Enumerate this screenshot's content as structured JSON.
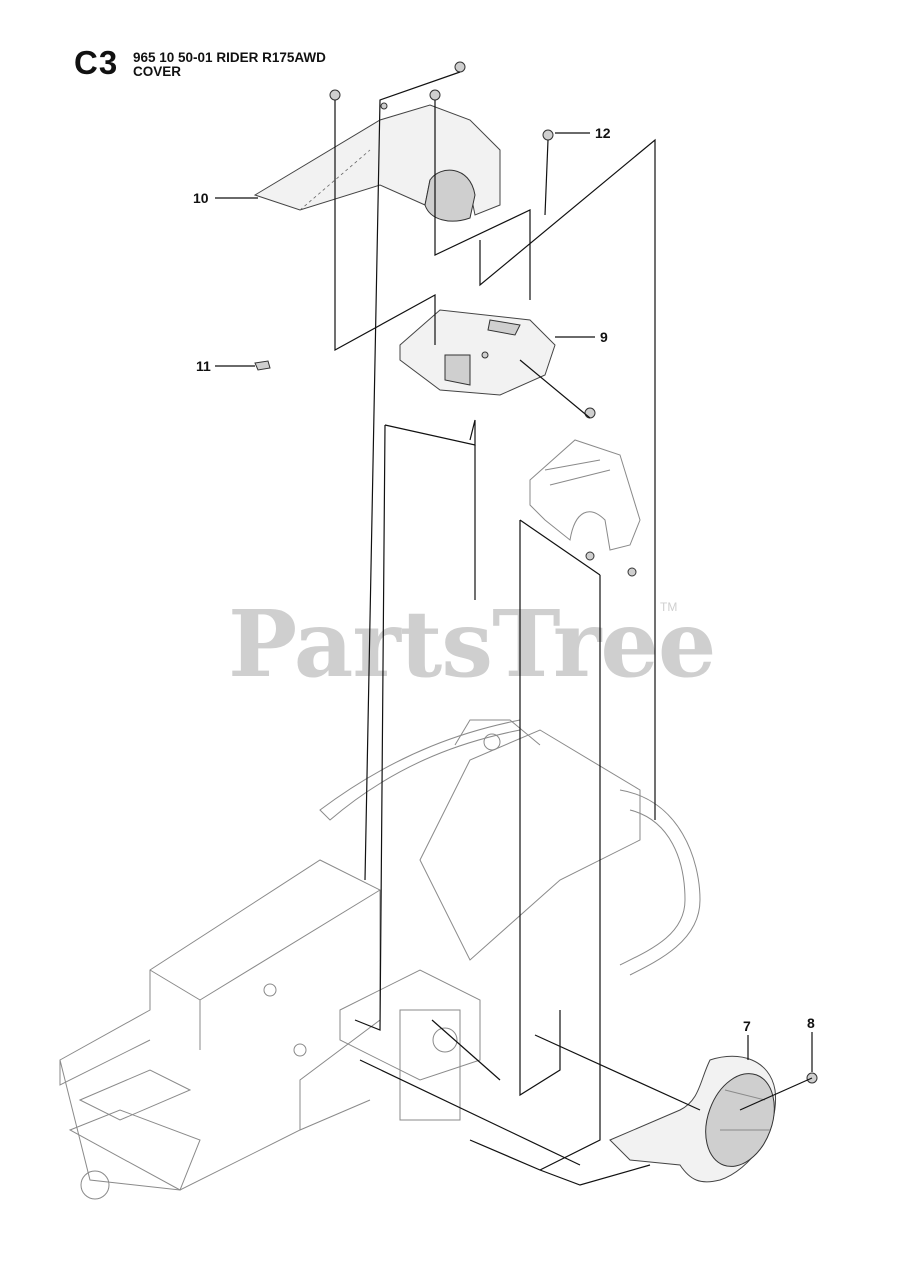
{
  "header": {
    "section_code": "C3",
    "title_line1": "965 10 50-01 RIDER R175AWD",
    "title_line2": "COVER"
  },
  "callouts": [
    "10",
    "12",
    "9",
    "11",
    "7",
    "8"
  ],
  "watermark": {
    "text": "PartsTree",
    "tm": "TM"
  }
}
